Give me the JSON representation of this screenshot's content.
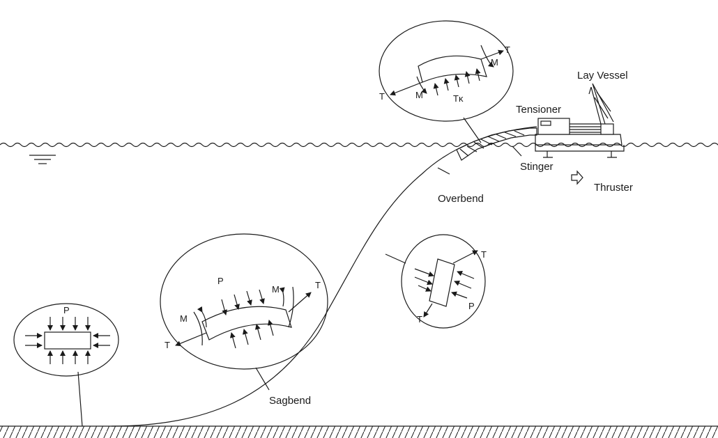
{
  "labels": {
    "lay_vessel": "Lay Vessel",
    "tensioner": "Tensioner",
    "stinger": "Stinger",
    "thruster": "Thruster",
    "overbend": "Overbend",
    "sagbend": "Sagbend"
  },
  "symbols": {
    "tension": "T",
    "moment": "M",
    "pressure": "P",
    "tension_curvature": "Tκ"
  }
}
